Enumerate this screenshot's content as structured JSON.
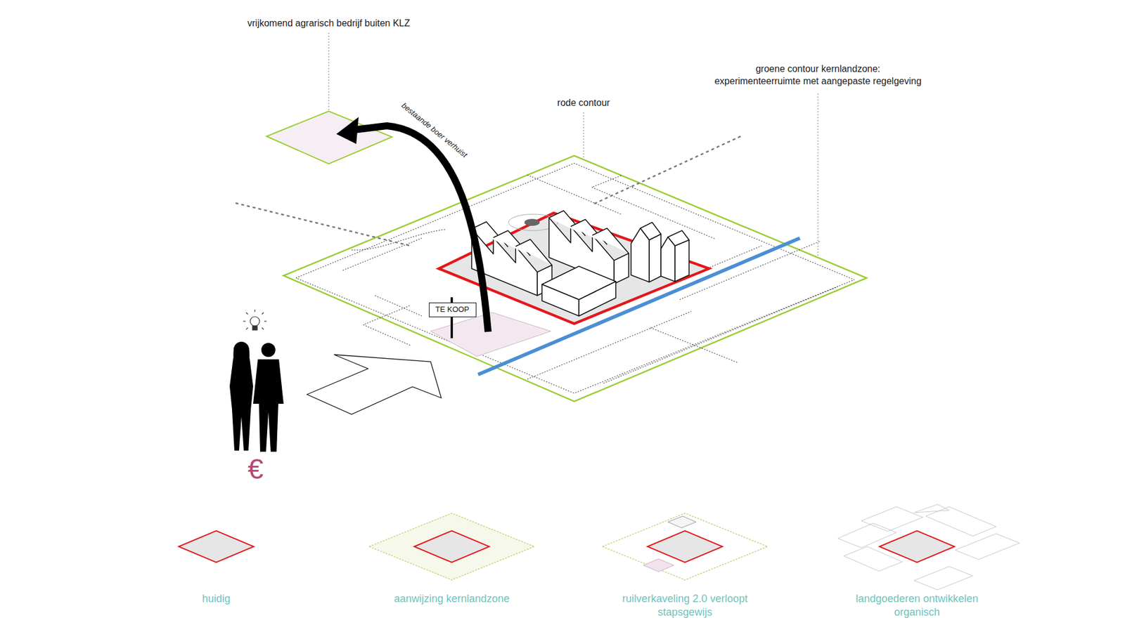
{
  "diagram": {
    "nodes": [
      {
        "text": [
          "TE KOOP"
        ]
      }
    ],
    "labels": [
      "vrijkomend agrarisch bedrijf buiten KLZ",
      "bestaande boer verhuist",
      "rode contour",
      "groene contour kernlandzone: experimenteerruimte met aangepaste regelgeving",
      "€",
      "huidig",
      "aanwijzing kernlandzone",
      "ruilverkaveling 2.0 verloopt stapsgewijs",
      "landgoederen ontwikkelen organisch"
    ]
  }
}
